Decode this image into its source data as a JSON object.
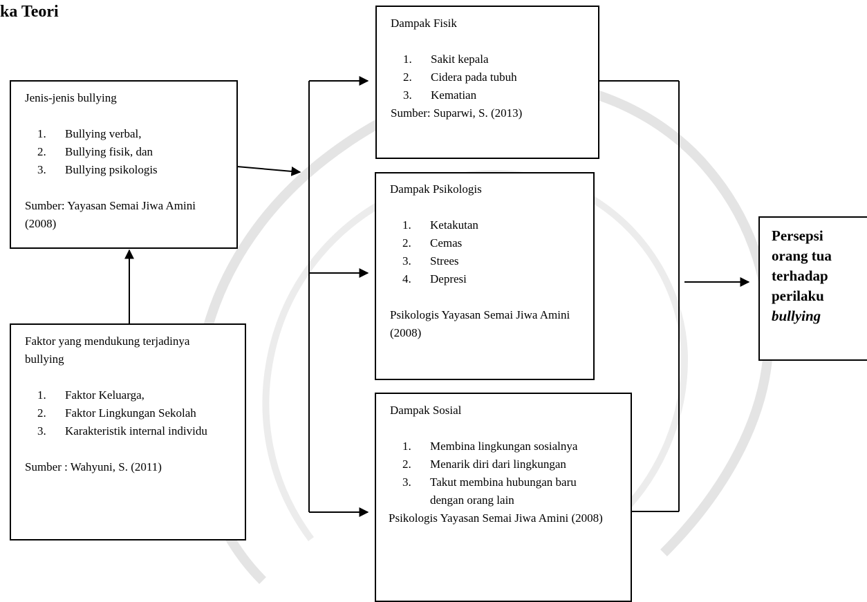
{
  "heading": "ka Teori",
  "jenis": {
    "title": "Jenis-jenis bullying",
    "items": [
      {
        "num": "1.",
        "text": "Bullying verbal,"
      },
      {
        "num": "2.",
        "text": "Bullying fisik, dan"
      },
      {
        "num": "3.",
        "text": "Bullying  psikologis"
      }
    ],
    "source": "Sumber: Yayasan Semai Jiwa Amini (2008)"
  },
  "faktor": {
    "title": "Faktor yang mendukung terjadinya bullying",
    "items": [
      {
        "num": "1.",
        "text": "Faktor Keluarga,"
      },
      {
        "num": "2.",
        "text": "Faktor Lingkungan Sekolah"
      },
      {
        "num": "3.",
        "text": "Karakteristik internal individu"
      }
    ],
    "source": "Sumber : Wahyuni, S.  (2011)"
  },
  "fisik": {
    "title": "Dampak Fisik",
    "items": [
      {
        "num": "1.",
        "text": "Sakit kepala"
      },
      {
        "num": "2.",
        "text": "Cidera pada tubuh"
      },
      {
        "num": "3.",
        "text": "Kematian"
      }
    ],
    "source": "Sumber: Suparwi, S. (2013)"
  },
  "psikologis": {
    "title": "Dampak Psikologis",
    "items": [
      {
        "num": "1.",
        "text": "Ketakutan"
      },
      {
        "num": "2.",
        "text": "Cemas"
      },
      {
        "num": "3.",
        "text": "Strees"
      },
      {
        "num": "4.",
        "text": "Depresi"
      }
    ],
    "source": "Psikologis  Yayasan Semai Jiwa Amini  (2008)"
  },
  "sosial": {
    "title": "Dampak Sosial",
    "items": [
      {
        "num": "1.",
        "text": "Membina lingkungan sosialnya"
      },
      {
        "num": "2.",
        "text": "Menarik diri dari lingkungan"
      },
      {
        "num": "3.",
        "text": "Takut membina hubungan baru dengan orang lain"
      }
    ],
    "source": "Psikologis  Yayasan Semai Jiwa Amini (2008)"
  },
  "conclusion": {
    "line1": "Persepsi",
    "line2": "orang tua",
    "line3": "terhadap",
    "line4": "perilaku",
    "line5": "bullying"
  }
}
